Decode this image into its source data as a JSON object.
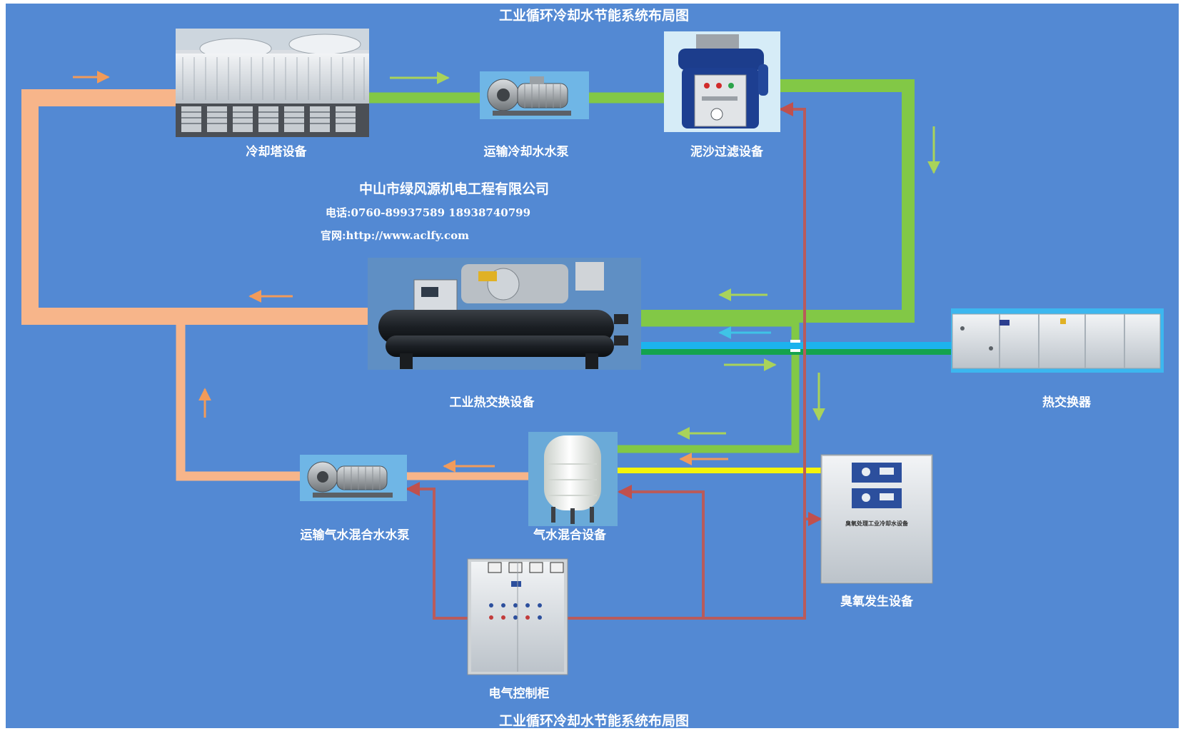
{
  "title_top": "工业循环冷却水节能系统布局图",
  "title_bottom": "工业循环冷却水节能系统布局图",
  "company": {
    "name": "中山市绿风源机电工程有限公司",
    "phone": "电话:0760-89937589 18938740799",
    "website": "官网:http://www.aclfy.com"
  },
  "equipment": {
    "cooling_tower": "冷却塔设备",
    "cooling_pump": "运输冷却水水泵",
    "sand_filter": "泥沙过滤设备",
    "chiller": "工业热交换设备",
    "heat_exchanger": "热交换器",
    "mix_tank": "气水混合设备",
    "mix_pump": "运输气水混合水水泵",
    "ozone_generator": "臭氧发生设备",
    "ozone_plate": "臭氧处理工业冷却水设备",
    "control_cabinet": "电气控制柜"
  },
  "colors": {
    "background": "#5389d3",
    "return_pipe": "#f7b58a",
    "supply_pipe": "#82c846",
    "blue_pipe": "#1cb3ee",
    "green_pipe": "#14a34e",
    "ozone_pipe": "#f4f40a",
    "signal_line": "#b85b5b"
  }
}
